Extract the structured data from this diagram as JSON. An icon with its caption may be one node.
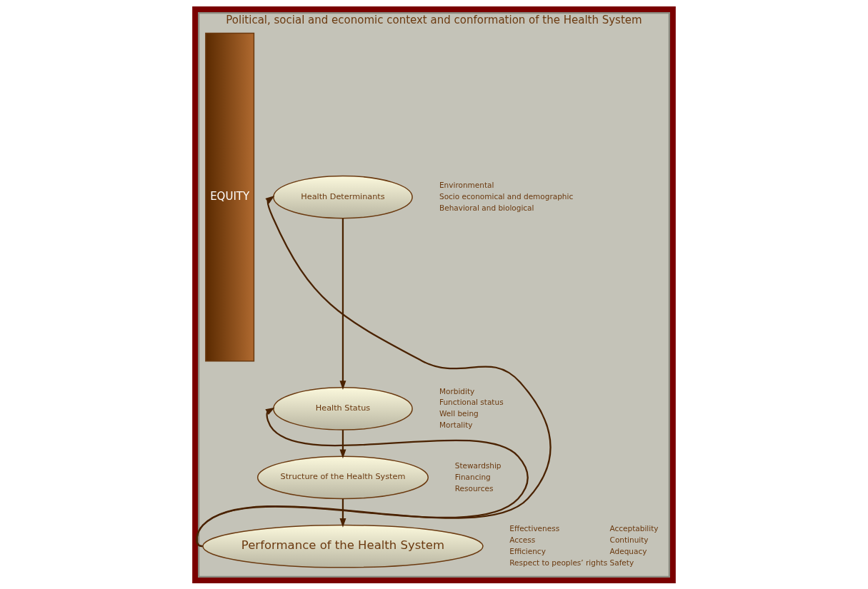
{
  "diagram": {
    "nodes": [
      {
        "text": [
          "Political, social and economic context and conformation of the Health System"
        ]
      },
      {
        "text": [
          "Health Determinants"
        ],
        "in": 0,
        "beside": [
          "Environmental",
          "Socio economical and demographic",
          "Behavioral and biological"
        ]
      },
      {
        "text": [
          "Health Status"
        ],
        "in": 0,
        "beside": [
          "Morbidity",
          "Functional status",
          "Well being",
          "Mortality"
        ]
      },
      {
        "text": [
          "Structure of the Health System"
        ],
        "in": 0,
        "beside": [
          "Stewardship",
          "Financing",
          "Resources"
        ]
      },
      {
        "text": [
          "Performance of the Health System"
        ],
        "in": 0,
        "beside": [
          "Effectiveness",
          "Access",
          "Efficiency",
          "Respect to peoples’ rights",
          "Acceptability",
          "Continuity",
          "Adequacy",
          "Safety"
        ]
      },
      {
        "text": [
          "EQUITY"
        ],
        "in": 0
      }
    ],
    "edges": [
      {
        "from": 1,
        "to": 2,
        "arrow": "to"
      },
      {
        "from": 2,
        "to": 3,
        "arrow": "to"
      },
      {
        "from": 3,
        "to": 4,
        "arrow": "to"
      },
      {
        "from": 4,
        "to": 1,
        "arrow": "to"
      },
      {
        "from": 4,
        "to": 2,
        "arrow": "to"
      }
    ]
  }
}
